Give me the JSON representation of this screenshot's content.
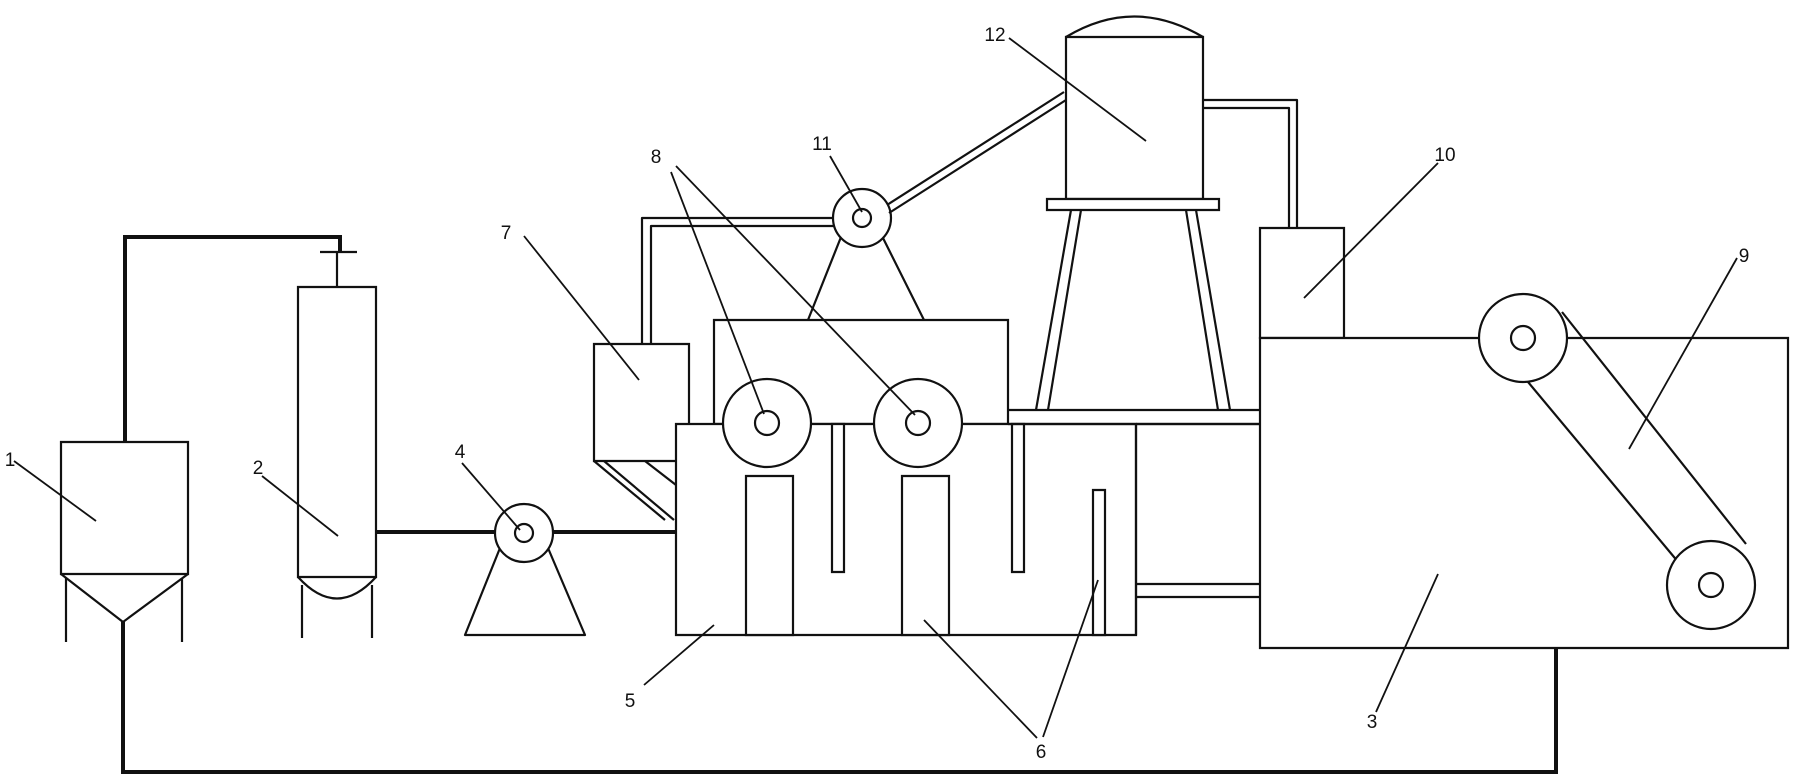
{
  "labels": {
    "hopper": "1",
    "column": "2",
    "tank_right": "3",
    "pump_left": "4",
    "bath": "5",
    "baffles": "6",
    "box_left": "7",
    "rollers": "8",
    "belt": "9",
    "box_right": "10",
    "pump_top": "11",
    "tower": "12"
  },
  "colors": {
    "line": "#111111",
    "background": "#ffffff"
  }
}
